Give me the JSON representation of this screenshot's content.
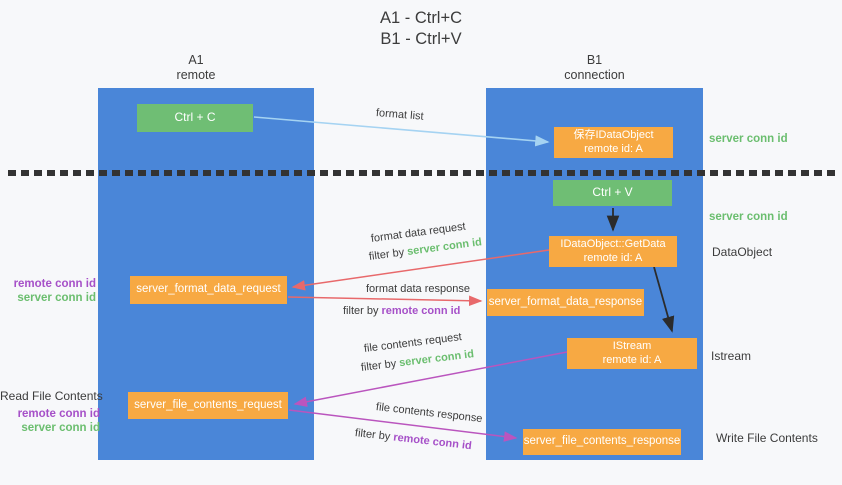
{
  "title": {
    "line1": "A1 - Ctrl+C",
    "line2": "B1 - Ctrl+V"
  },
  "columns": {
    "a1": {
      "name": "A1",
      "subtitle": "remote"
    },
    "b1": {
      "name": "B1",
      "subtitle": "connection"
    }
  },
  "boxes": {
    "ctrl_c": {
      "label": "Ctrl + C"
    },
    "ctrl_v": {
      "label": "Ctrl + V"
    },
    "save_idataobject": {
      "line1": "保存IDataObject",
      "line2": "remote id: A"
    },
    "idataobject_getdata": {
      "line1": "IDataObject::GetData",
      "line2": "remote id: A"
    },
    "istream": {
      "line1": "IStream",
      "line2": "remote id: A"
    },
    "server_format_data_request": {
      "label": "server_format_data_request"
    },
    "server_format_data_response": {
      "label": "server_format_data_response"
    },
    "server_file_contents_request": {
      "label": "server_file_contents_request"
    },
    "server_file_contents_response": {
      "label": "server_file_contents_response"
    }
  },
  "arrows": {
    "format_list": {
      "label": "format list"
    },
    "format_data_request": {
      "label": "format data request",
      "filter_prefix": "filter by",
      "filter_key": "server conn id"
    },
    "format_data_response": {
      "label": "format data response",
      "filter_prefix": "filter by",
      "filter_key": "remote conn id"
    },
    "file_contents_request": {
      "label": "file contents request",
      "filter_prefix": "filter by",
      "filter_key": "server conn id"
    },
    "file_contents_response": {
      "label": "file contents response",
      "filter_prefix": "filter by",
      "filter_key": "remote conn id"
    }
  },
  "annotations": {
    "left": {
      "format_remote_conn_id": "remote conn id",
      "format_server_conn_id": "server conn id",
      "read_file_contents": "Read File Contents",
      "file_remote_conn_id": "remote conn id",
      "file_server_conn_id": "server conn id"
    },
    "right": {
      "server_conn_id_top": "server conn id",
      "server_conn_id_mid": "server conn id",
      "dataobject": "DataObject",
      "istream": "Istream",
      "write_file_contents": "Write File Contents"
    }
  },
  "colors": {
    "panel_blue": "#4A86D8",
    "box_green": "#6FBE74",
    "box_orange": "#F7A943",
    "text_green": "#6BBE6F",
    "text_purple": "#A650C8",
    "arrow_red": "#E8696B",
    "arrow_purple": "#BA55BE",
    "arrow_blue": "#A5D3F2",
    "arrow_black": "#2B2B2B",
    "text_dark": "#3C3C3C",
    "background": "#F7F8FA"
  }
}
